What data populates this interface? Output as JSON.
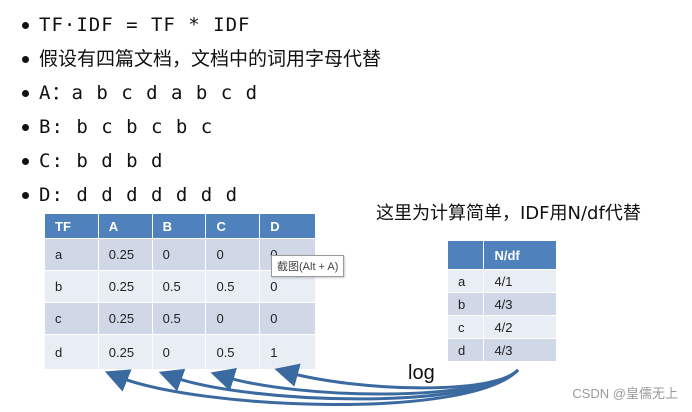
{
  "bullets": [
    "TF·IDF = TF * IDF",
    "假设有四篇文档，文档中的词用字母代替",
    "A：a b c d a b c d",
    "B: b c b c b c",
    "C: b d b d",
    "D: d d d d d d d"
  ],
  "tf_table": {
    "headers": [
      "TF",
      "A",
      "B",
      "C",
      "D"
    ],
    "rows": [
      [
        "a",
        "0.25",
        "0",
        "0",
        "0"
      ],
      [
        "b",
        "0.25",
        "0.5",
        "0.5",
        "0"
      ],
      [
        "c",
        "0.25",
        "0.5",
        "0",
        "0"
      ],
      [
        "d",
        "0.25",
        "0",
        "0.5",
        "1"
      ]
    ]
  },
  "note": "这里为计算简单，IDF用N/df代替",
  "ndf_table": {
    "headers": [
      "",
      "N/df"
    ],
    "rows": [
      [
        "a",
        "4/1"
      ],
      [
        "b",
        "4/3"
      ],
      [
        "c",
        "4/2"
      ],
      [
        "d",
        "4/3"
      ]
    ]
  },
  "log_label": "log",
  "tooltip": "截图(Alt + A)",
  "watermark": "CSDN @皇儒无上",
  "colors": {
    "header": "#4f81bd",
    "row_dark": "#d0d8e8",
    "row_light": "#e9edf4",
    "arrow": "#3a6aa0"
  }
}
